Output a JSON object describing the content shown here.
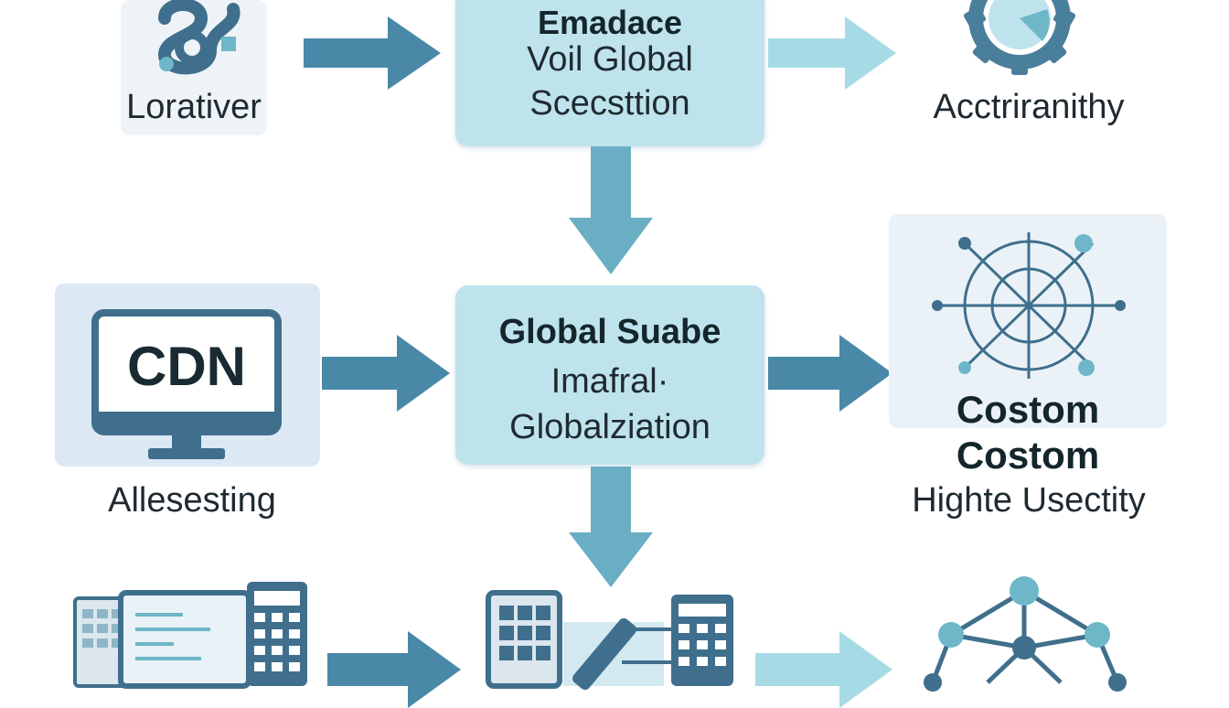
{
  "colors": {
    "arrow_dark": "#4a88a8",
    "arrow_light": "#a6dbe6",
    "box_fill": "#bfe3ec",
    "panel_fill": "#dce8f4",
    "icon_dark": "#3f6f8c",
    "icon_teal": "#6db7c8"
  },
  "top": {
    "left_label": "Lorativer",
    "center_title": "Emadace",
    "center_line1": "Voil Global",
    "center_line2": "Scecsttion",
    "right_label": "Acctriranithy"
  },
  "middle": {
    "cdn_text": "CDN",
    "left_label": "Allesesting",
    "center_title": "Global Suabe",
    "center_line1": "Imafral·",
    "center_line2": "Globalziation",
    "right_title1": "Costom",
    "right_title2": "Costom",
    "right_label": "Highte Usectity"
  },
  "icons": [
    "knot-icon",
    "gear-icon",
    "computer-monitor-icon",
    "network-wheel-icon",
    "devices-icon",
    "tablet-calculator-icon",
    "node-network-icon"
  ]
}
